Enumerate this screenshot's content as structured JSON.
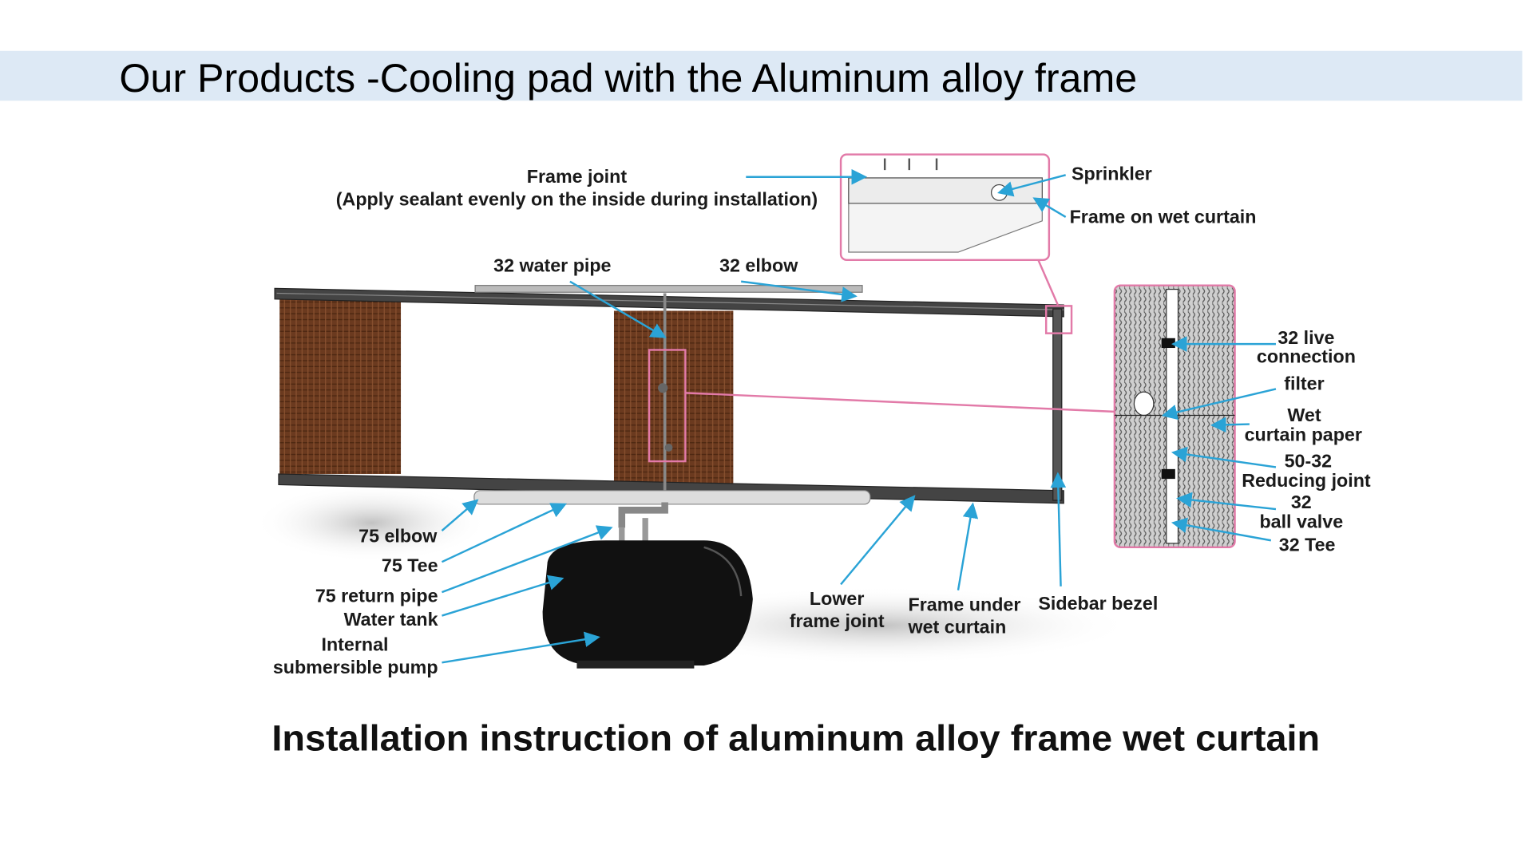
{
  "header": {
    "title": "Our Products -Cooling pad with the Aluminum alloy frame",
    "banner_color": "#dde9f5"
  },
  "diagram": {
    "caption": "Installation instruction of aluminum alloy frame wet curtain",
    "labels": {
      "frame_joint": [
        "Frame joint",
        "(Apply sealant evenly on the inside during installation)"
      ],
      "sprinkler": [
        "Sprinkler"
      ],
      "frame_on_wet_curtain": [
        "Frame on wet curtain"
      ],
      "water_pipe_32": [
        "32 water pipe"
      ],
      "elbow_32": [
        "32 elbow"
      ],
      "live_connection_32": [
        "32 live",
        "connection"
      ],
      "filter": [
        "filter"
      ],
      "wet_curtain_paper": [
        "Wet",
        "curtain paper"
      ],
      "reducing_joint": [
        "50-32",
        "Reducing joint"
      ],
      "ball_valve": [
        "32",
        "ball valve"
      ],
      "tee_32": [
        "32 Tee"
      ],
      "elbow_75": [
        "75 elbow"
      ],
      "tee_75": [
        "75 Tee"
      ],
      "return_pipe_75": [
        "75 return pipe"
      ],
      "water_tank": [
        "Water tank"
      ],
      "pump": [
        "Internal",
        "submersible pump"
      ],
      "lower_frame_joint": [
        "Lower",
        "frame joint"
      ],
      "frame_under": [
        "Frame under",
        "wet curtain"
      ],
      "sidebar_bezel": [
        "Sidebar bezel"
      ]
    },
    "colors": {
      "leader": "#2aa3d6",
      "highlight": "#e27aa8",
      "pad": "#6b3a1f"
    }
  }
}
